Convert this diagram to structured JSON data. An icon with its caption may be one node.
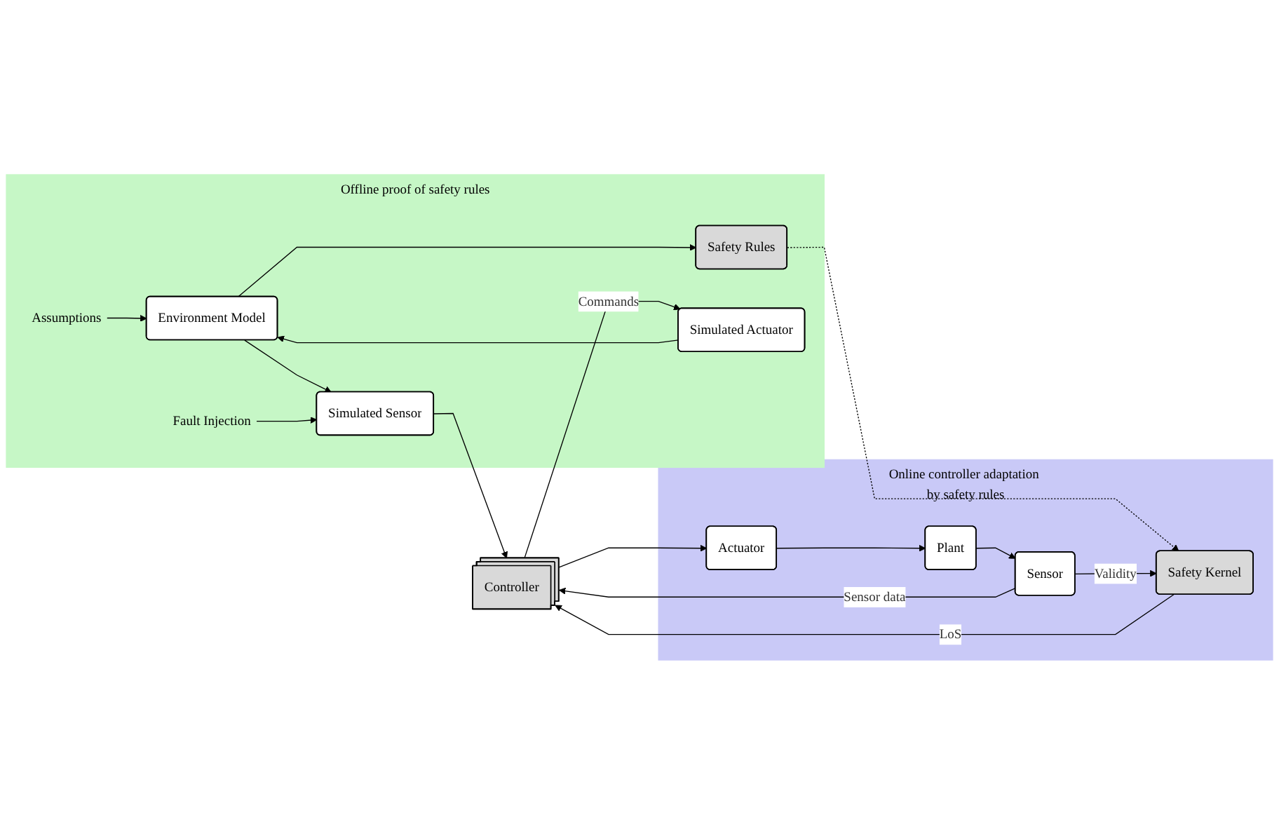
{
  "diagram": {
    "nodes": [
      {
        "text": [
          "Offline proof of safety rules"
        ]
      },
      {
        "text": [
          "Assumptions"
        ],
        "in": 0
      },
      {
        "text": [
          "Environment Model"
        ],
        "in": 0
      },
      {
        "text": [
          "Fault Injection"
        ],
        "in": 0
      },
      {
        "text": [
          "Simulated Sensor"
        ],
        "in": 0
      },
      {
        "text": [
          "Safety Rules"
        ],
        "in": 0
      },
      {
        "text": [
          "Simulated Actuator"
        ],
        "in": 0
      },
      {
        "text": [
          "Controller"
        ]
      },
      {
        "text": [
          "Online controller adaptation by safety rules"
        ]
      },
      {
        "text": [
          "Sensor"
        ],
        "in": 8
      },
      {
        "text": [
          "Safety Kernel"
        ],
        "in": 8
      },
      {
        "text": [
          "Actuator"
        ],
        "in": 8
      },
      {
        "text": [
          "Plant"
        ],
        "in": 8
      }
    ],
    "edges": [
      {
        "from": 1,
        "to": 2,
        "arrow": "to"
      },
      {
        "from": 2,
        "to": 4,
        "arrow": "to"
      },
      {
        "from": 2,
        "to": 5,
        "arrow": "to"
      },
      {
        "from": 6,
        "to": 2,
        "arrow": "to"
      },
      {
        "from": 3,
        "to": 4,
        "arrow": "to"
      },
      {
        "from": 4,
        "to": 7,
        "arrow": "to"
      },
      {
        "from": 7,
        "to": 6,
        "arrow": "to",
        "label": "Commands"
      },
      {
        "from": 5,
        "to": 10,
        "arrow": "to",
        "style": "dashed"
      },
      {
        "from": 9,
        "to": 7,
        "arrow": "to",
        "label": "Sensor data"
      },
      {
        "from": 9,
        "to": 10,
        "arrow": "to",
        "label": "Validity"
      },
      {
        "from": 10,
        "to": 7,
        "arrow": "to",
        "label": "LoS"
      },
      {
        "from": 7,
        "to": 11,
        "arrow": "to"
      },
      {
        "from": 11,
        "to": 12,
        "arrow": "to"
      },
      {
        "from": 12,
        "to": 9,
        "arrow": "to"
      }
    ]
  }
}
